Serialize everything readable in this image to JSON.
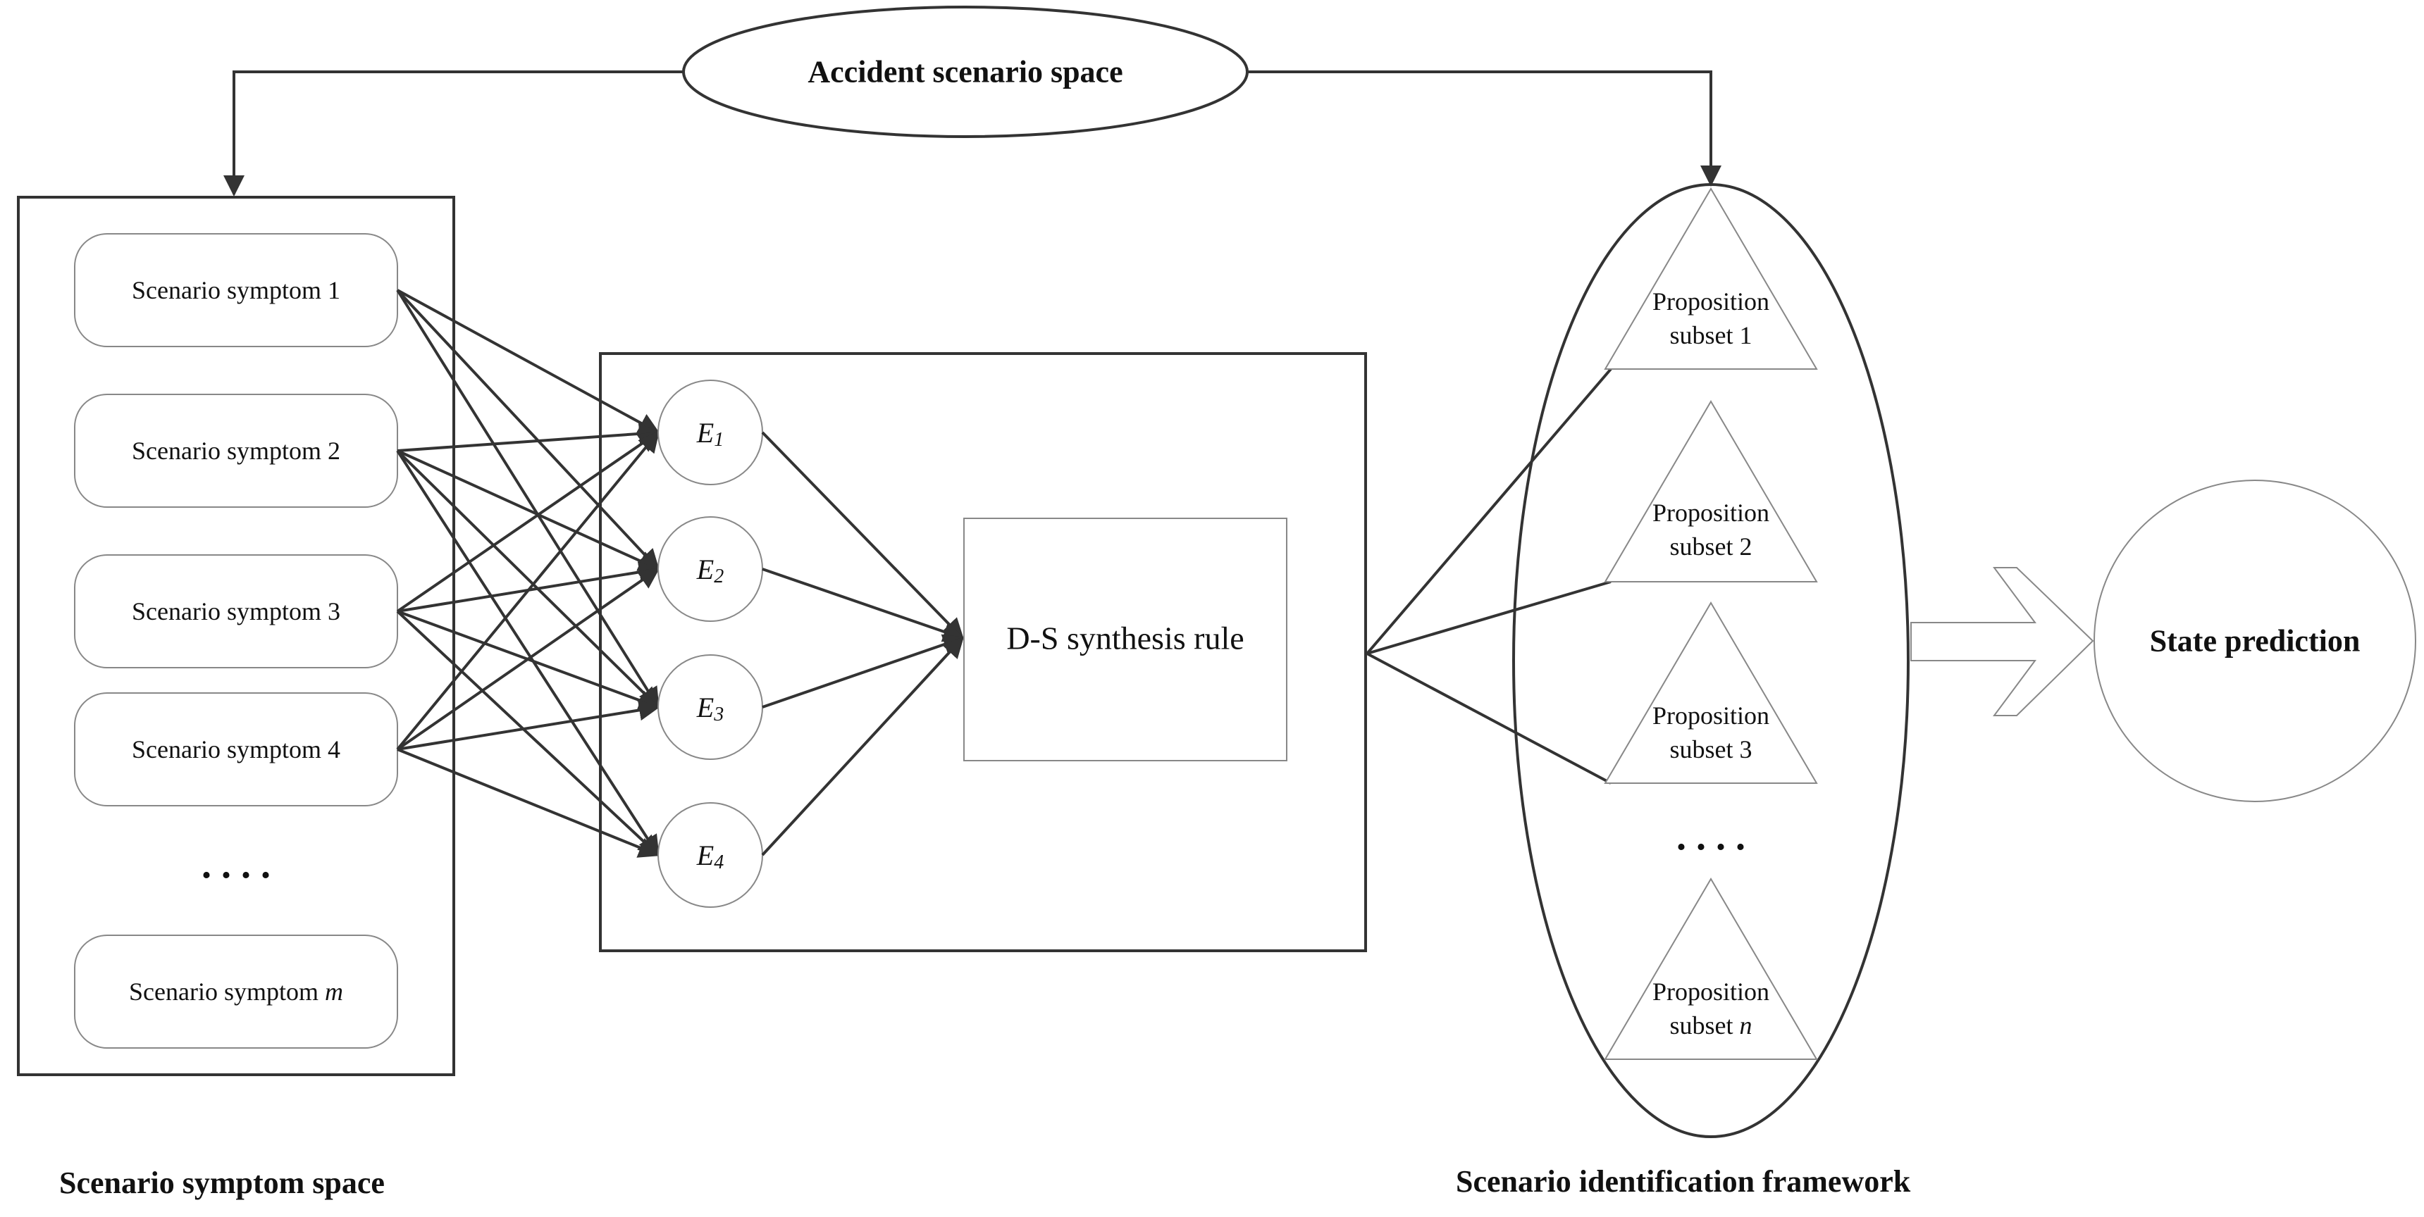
{
  "top_node": {
    "label": "Accident scenario space"
  },
  "symptom_space": {
    "caption": "Scenario symptom space",
    "items": [
      {
        "text": "Scenario symptom 1",
        "italic_suffix": ""
      },
      {
        "text": "Scenario symptom 2",
        "italic_suffix": ""
      },
      {
        "text": "Scenario symptom 3",
        "italic_suffix": ""
      },
      {
        "text": "Scenario symptom 4",
        "italic_suffix": ""
      },
      {
        "text": "Scenario symptom ",
        "italic_suffix": "m"
      }
    ],
    "ellipsis": ". . . ."
  },
  "evidence": [
    {
      "base": "E",
      "sub": "1"
    },
    {
      "base": "E",
      "sub": "2"
    },
    {
      "base": "E",
      "sub": "3"
    },
    {
      "base": "E",
      "sub": "4"
    }
  ],
  "synthesis": {
    "label": "D-S synthesis rule"
  },
  "framework": {
    "caption": "Scenario identification framework",
    "subsets": [
      {
        "line1": "Proposition",
        "line2": "subset 1",
        "italic_suffix": ""
      },
      {
        "line1": "Proposition",
        "line2": "subset 2",
        "italic_suffix": ""
      },
      {
        "line1": "Proposition",
        "line2": "subset 3",
        "italic_suffix": ""
      },
      {
        "line1": "Proposition",
        "line2": "subset ",
        "italic_suffix": "n"
      }
    ],
    "ellipsis": ". . . ."
  },
  "output": {
    "label": "State prediction"
  },
  "connections": {
    "symptom_to_evidence": [
      [
        0,
        0
      ],
      [
        0,
        1
      ],
      [
        0,
        2
      ],
      [
        1,
        0
      ],
      [
        1,
        1
      ],
      [
        1,
        2
      ],
      [
        1,
        3
      ],
      [
        2,
        0
      ],
      [
        2,
        1
      ],
      [
        2,
        2
      ],
      [
        2,
        3
      ],
      [
        3,
        0
      ],
      [
        3,
        1
      ],
      [
        3,
        2
      ],
      [
        3,
        3
      ]
    ]
  },
  "colors": {
    "stroke": "#333333",
    "thin_stroke": "#888888",
    "text": "#111111"
  }
}
